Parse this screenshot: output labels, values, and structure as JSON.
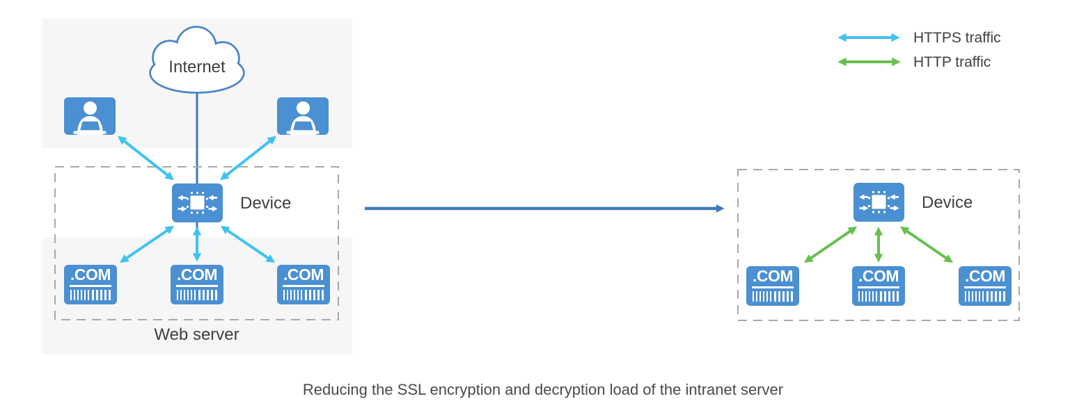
{
  "colors": {
    "icon_blue": "#4A90D2",
    "steel_blue": "#4C86C8",
    "line_blue": "#3E79BE",
    "cyan": "#3FC2F2",
    "green": "#67BF4F",
    "border_gray": "#A8A8A8",
    "bg_gray": "#F6F6F7",
    "text_dark": "#3F3F3F"
  },
  "legend": {
    "items": [
      {
        "id": "https",
        "label": "HTTPS traffic",
        "color": "#3FC2F2",
        "icon": "double-arrow-cyan"
      },
      {
        "id": "http",
        "label": "HTTP traffic",
        "color": "#67BF4F",
        "icon": "double-arrow-green"
      }
    ]
  },
  "left_diagram": {
    "internet_label": "Internet",
    "device_label": "Device",
    "zone_label": "Web server",
    "server_label": ".COM",
    "icons": {
      "internet": "cloud-icon",
      "client": "user-laptop-icon",
      "device": "switch-icon",
      "server": "com-server-icon"
    }
  },
  "right_diagram": {
    "device_label": "Device",
    "server_label": ".COM",
    "icons": {
      "device": "switch-icon",
      "server": "com-server-icon"
    }
  },
  "caption": "Reducing the SSL encryption and decryption load of the intranet server"
}
